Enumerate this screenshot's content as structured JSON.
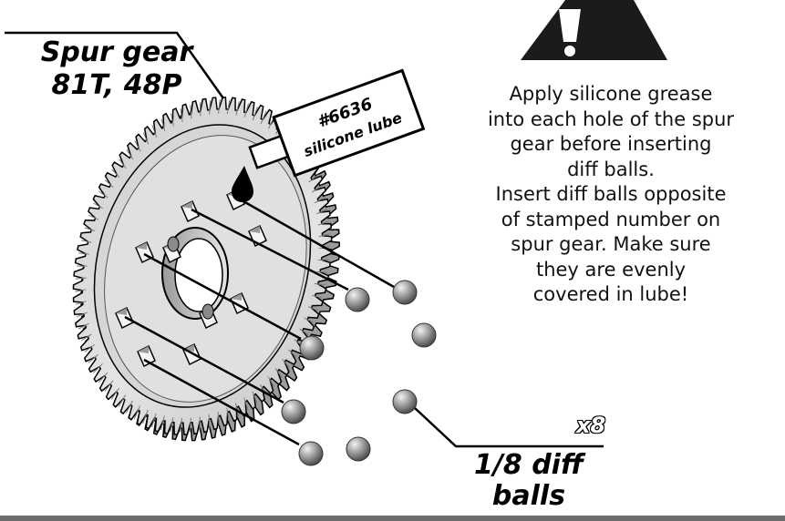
{
  "gear_label": {
    "line1": "Spur gear",
    "line2": "81T, 48P"
  },
  "lube_tube": {
    "part_number": "#6636",
    "name": "silicone lube"
  },
  "warning": {
    "icon": "warning-triangle-icon",
    "lines": [
      "Apply silicone grease",
      "into each hole of the spur",
      "gear before inserting",
      "diff balls.",
      "Insert diff balls opposite",
      "of stamped number on",
      "spur gear.  Make sure",
      "they are evenly",
      "covered in lube!"
    ]
  },
  "balls_label": {
    "line1": "1/8 diff",
    "line2": "balls",
    "quantity": "x8"
  },
  "colors": {
    "ink": "#000000",
    "ball_light": "#e6e6e6",
    "ball_dark": "#6a6a6a",
    "gear_fill": "#d9d9d9",
    "rule": "#6d6d6d"
  }
}
